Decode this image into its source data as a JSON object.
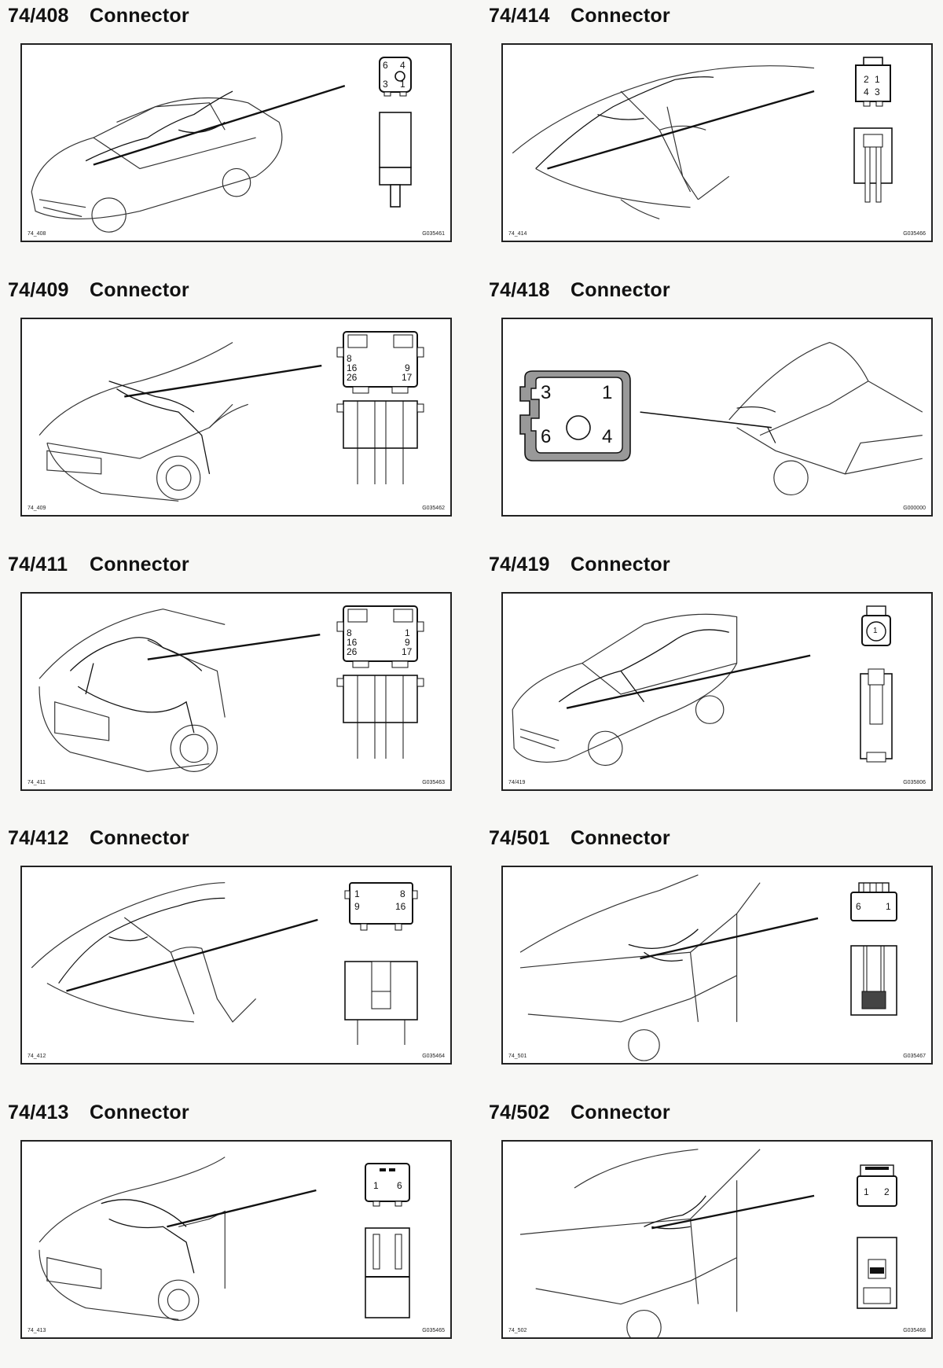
{
  "sections": [
    {
      "code": "74/408",
      "name": "Connector",
      "panel_ref": "74_408",
      "image_id": "G035461",
      "pins": [
        "6",
        "4",
        "3",
        "1"
      ]
    },
    {
      "code": "74/414",
      "name": "Connector",
      "panel_ref": "74_414",
      "image_id": "G035466",
      "pins": [
        "2",
        "1",
        "4",
        "3"
      ]
    },
    {
      "code": "74/409",
      "name": "Connector",
      "panel_ref": "74_409",
      "image_id": "G035462",
      "pins": [
        "8",
        "16",
        "26",
        "9",
        "17"
      ]
    },
    {
      "code": "74/418",
      "name": "Connector",
      "panel_ref": "",
      "image_id": "G000000",
      "pins": [
        "3",
        "1",
        "6",
        "4"
      ]
    },
    {
      "code": "74/411",
      "name": "Connector",
      "panel_ref": "74_411",
      "image_id": "G035463",
      "pins": [
        "8",
        "16",
        "26",
        "1",
        "9",
        "17"
      ]
    },
    {
      "code": "74/419",
      "name": "Connector",
      "panel_ref": "74/419",
      "image_id": "G035806",
      "pins": [
        "1"
      ]
    },
    {
      "code": "74/412",
      "name": "Connector",
      "panel_ref": "74_412",
      "image_id": "G035464",
      "pins": [
        "1",
        "9",
        "8",
        "16"
      ]
    },
    {
      "code": "74/501",
      "name": "Connector",
      "panel_ref": "74_501",
      "image_id": "G035467",
      "pins": [
        "6",
        "1"
      ]
    },
    {
      "code": "74/413",
      "name": "Connector",
      "panel_ref": "74_413",
      "image_id": "G035465",
      "pins": [
        "1",
        "6"
      ]
    },
    {
      "code": "74/502",
      "name": "Connector",
      "panel_ref": "74_502",
      "image_id": "G035468",
      "pins": [
        "1",
        "2"
      ]
    }
  ]
}
